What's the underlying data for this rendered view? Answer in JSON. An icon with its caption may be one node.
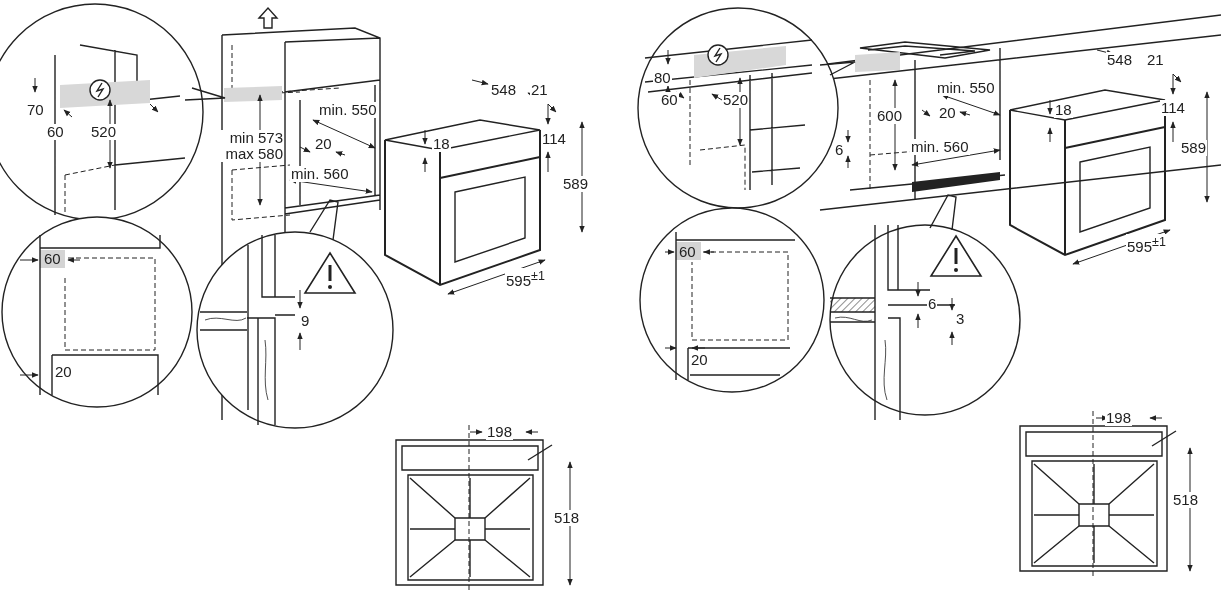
{
  "diagram": {
    "labels": [
      "70",
      "60",
      "520",
      "min 573 max 580",
      "min. 550",
      "20",
      "min. 560",
      "9",
      "548",
      "21",
      "18",
      "114",
      "589",
      "595$^{±1}$",
      "60",
      "20",
      "198",
      "518",
      "80",
      "60",
      "520",
      "600",
      "min. 550",
      "20",
      "6",
      "min. 560",
      "548",
      "21",
      "18",
      "114",
      "589",
      "595$^{±1}$",
      "60",
      "20",
      "6",
      "3",
      "198",
      "518"
    ]
  }
}
